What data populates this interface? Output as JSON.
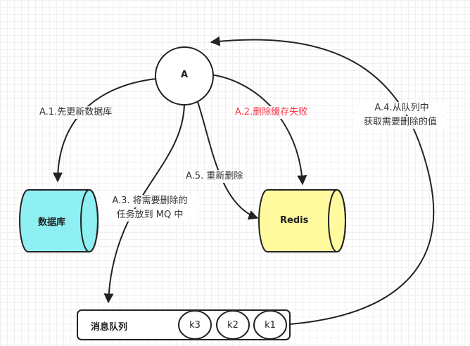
{
  "nodes": {
    "a": "A",
    "database": "数据库",
    "redis": "Redis",
    "queue": "消息队列",
    "queue_items": [
      "k3",
      "k2",
      "k1"
    ]
  },
  "edges": {
    "a1": "A.1.先更新数据库",
    "a2": "A.2.删除缓存失败",
    "a3_line1": "A.3. 将需要删除的",
    "a3_line2": "任务放到 MQ 中",
    "a4_line1": "A.4.从队列中",
    "a4_line2": "获取需要删除的值",
    "a5": "A.5. 重新删除"
  },
  "colors": {
    "database_fill": "#8ef0f2",
    "redis_fill": "#fffa9e",
    "error_label": "#ff3344",
    "stroke": "#222222"
  }
}
